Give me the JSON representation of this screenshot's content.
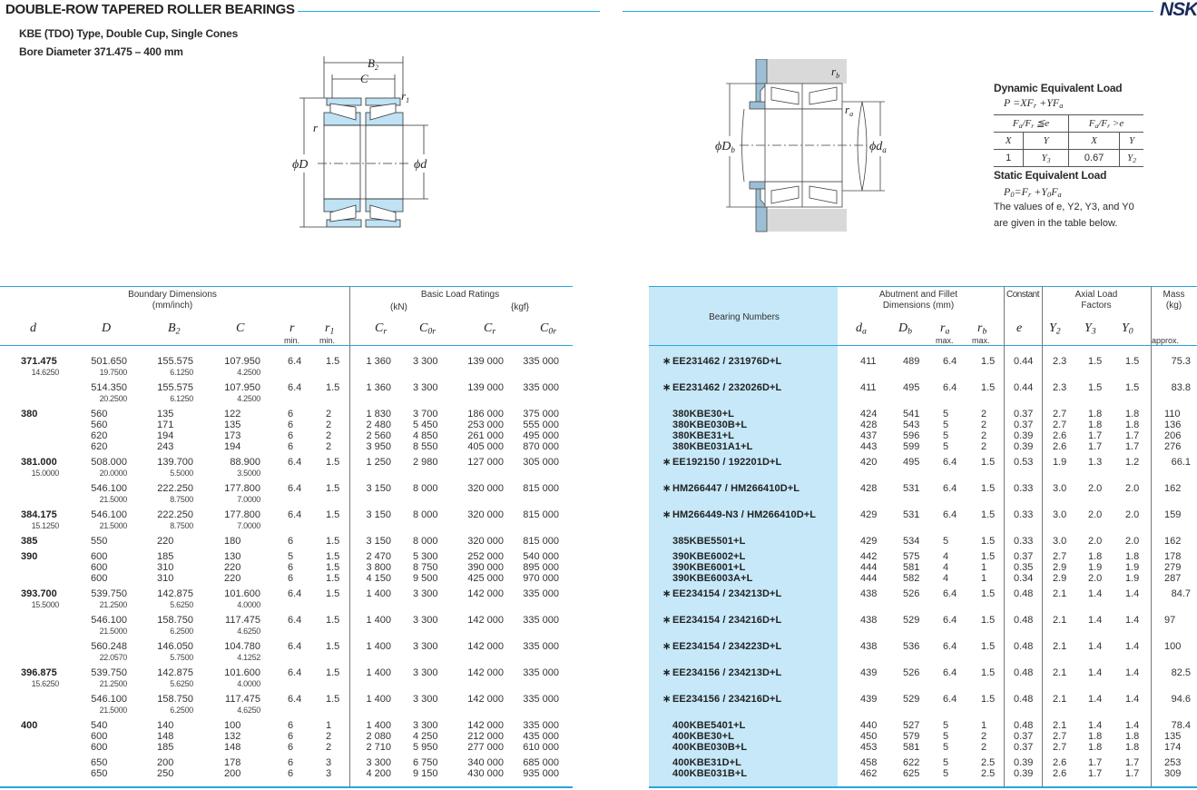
{
  "header": {
    "title": "DOUBLE-ROW TAPERED ROLLER BEARINGS",
    "subtitle": "KBE (TDO) Type, Double Cup, Single Cones",
    "bore_range": "Bore Diameter   371.475 – 400 mm",
    "logo": "NSK"
  },
  "diagram_left": {
    "B2": "B",
    "B2_sub": "2",
    "C": "C",
    "r1": "r",
    "r1_sub": "1",
    "r": "r",
    "D": "ϕD",
    "d": "ϕd"
  },
  "diagram_right": {
    "rb": "r",
    "rb_sub": "b",
    "ra": "r",
    "ra_sub": "a",
    "Db": "ϕD",
    "Db_sub": "b",
    "da": "ϕd",
    "da_sub": "a"
  },
  "load_info": {
    "dynamic_title": "Dynamic Equivalent Load",
    "dynamic_formula": [
      [
        "P =XF",
        "r"
      ],
      [
        " +YF",
        "a"
      ]
    ],
    "cond1": [
      [
        "F",
        "a"
      ],
      [
        "/F",
        "r"
      ],
      [
        " ≦e",
        ""
      ]
    ],
    "cond2": [
      [
        "F",
        "a"
      ],
      [
        "/F",
        "r"
      ],
      [
        " >e",
        ""
      ]
    ],
    "X": "X",
    "Y": "Y",
    "x1": "1",
    "y1": [
      [
        "Y",
        "3"
      ]
    ],
    "x2": "0.67",
    "y2": [
      [
        "Y",
        "2"
      ]
    ],
    "static_title": "Static Equivalent Load",
    "static_formula": [
      [
        "P",
        "0"
      ],
      [
        "=F",
        "r"
      ],
      [
        " +Y",
        "0"
      ],
      [
        "F",
        "a"
      ]
    ],
    "note1": "The values of e, Y2, Y3, and Y0",
    "note2": "are given in the table below."
  },
  "table_header": {
    "boundary": "Boundary Dimensions",
    "boundary_units": "(mm/inch)",
    "load_ratings": "Basic Load Ratings",
    "kN": "(kN)",
    "kgf": "{kgf}",
    "bearing_numbers": "Bearing Numbers",
    "abutment": "Abutment and Fillet",
    "abutment_units": "Dimensions (mm)",
    "constant": "Constant",
    "axial1": "Axial Load",
    "axial2": "Factors",
    "mass": "Mass",
    "mass_units": "(kg)",
    "min": "min.",
    "max": "max.",
    "approx": "approx.",
    "cols": {
      "d": [
        [
          "d",
          ""
        ]
      ],
      "D": [
        [
          "D",
          ""
        ]
      ],
      "B2": [
        [
          "B",
          "2"
        ]
      ],
      "C": [
        [
          "C",
          ""
        ]
      ],
      "r": [
        [
          "r",
          ""
        ]
      ],
      "r1": [
        [
          "r",
          "1"
        ]
      ],
      "Cr": [
        [
          "C",
          "r"
        ]
      ],
      "C0r": [
        [
          "C",
          "0r"
        ]
      ],
      "Cr2": [
        [
          "C",
          "r"
        ]
      ],
      "C0r2": [
        [
          "C",
          "0r"
        ]
      ],
      "da": [
        [
          "d",
          "a"
        ]
      ],
      "Db": [
        [
          "D",
          "b"
        ]
      ],
      "ra": [
        [
          "r",
          "a"
        ]
      ],
      "rb": [
        [
          "r",
          "b"
        ]
      ],
      "e": [
        [
          "e",
          ""
        ]
      ],
      "Y2": [
        [
          "Y",
          "2"
        ]
      ],
      "Y3": [
        [
          "Y",
          "3"
        ]
      ],
      "Y0": [
        [
          "Y",
          "0"
        ]
      ]
    }
  },
  "star_symbol": "∗",
  "groups": [
    {
      "d": "371.475",
      "d_in": "14.6250",
      "rows": [
        [
          "501.650",
          "19.7500",
          "155.575",
          "6.1250",
          "107.950",
          "4.2500",
          "6.4",
          "1.5",
          "1 360",
          "3 300",
          "139 000",
          "335 000",
          true,
          "EE231462 / 231976D+L",
          "411",
          "489",
          "6.4",
          "1.5",
          "0.44",
          "2.3",
          "1.5",
          "1.5",
          "75.3"
        ]
      ]
    },
    {
      "d": "",
      "d_in": "",
      "rows": [
        [
          "514.350",
          "20.2500",
          "155.575",
          "6.1250",
          "107.950",
          "4.2500",
          "6.4",
          "1.5",
          "1 360",
          "3 300",
          "139 000",
          "335 000",
          true,
          "EE231462 / 232026D+L",
          "411",
          "495",
          "6.4",
          "1.5",
          "0.44",
          "2.3",
          "1.5",
          "1.5",
          "83.8"
        ]
      ]
    },
    {
      "d": "380",
      "d_in": "",
      "rows": [
        [
          "560",
          "",
          "135",
          "",
          "122",
          "",
          "6",
          "2",
          "1 830",
          "3 700",
          "186 000",
          "375 000",
          false,
          "380KBE30+L",
          "424",
          "541",
          "5",
          "2",
          "0.37",
          "2.7",
          "1.8",
          "1.8",
          "110"
        ],
        [
          "560",
          "",
          "171",
          "",
          "135",
          "",
          "6",
          "2",
          "2 480",
          "5 450",
          "253 000",
          "555 000",
          false,
          "380KBE030B+L",
          "428",
          "543",
          "5",
          "2",
          "0.37",
          "2.7",
          "1.8",
          "1.8",
          "136"
        ],
        [
          "620",
          "",
          "194",
          "",
          "173",
          "",
          "6",
          "2",
          "2 560",
          "4 850",
          "261 000",
          "495 000",
          false,
          "380KBE31+L",
          "437",
          "596",
          "5",
          "2",
          "0.39",
          "2.6",
          "1.7",
          "1.7",
          "206"
        ],
        [
          "620",
          "",
          "243",
          "",
          "194",
          "",
          "6",
          "2",
          "3 950",
          "8 550",
          "405 000",
          "870 000",
          false,
          "380KBE031A1+L",
          "443",
          "599",
          "5",
          "2",
          "0.39",
          "2.6",
          "1.7",
          "1.7",
          "276"
        ]
      ]
    },
    {
      "d": "381.000",
      "d_in": "15.0000",
      "rows": [
        [
          "508.000",
          "20.0000",
          "139.700",
          "5.5000",
          "88.900",
          "3.5000",
          "6.4",
          "1.5",
          "1 250",
          "2 980",
          "127 000",
          "305 000",
          true,
          "EE192150 / 192201D+L",
          "420",
          "495",
          "6.4",
          "1.5",
          "0.53",
          "1.9",
          "1.3",
          "1.2",
          "66.1"
        ]
      ]
    },
    {
      "d": "",
      "d_in": "",
      "rows": [
        [
          "546.100",
          "21.5000",
          "222.250",
          "8.7500",
          "177.800",
          "7.0000",
          "6.4",
          "1.5",
          "3 150",
          "8 000",
          "320 000",
          "815 000",
          true,
          "HM266447 / HM266410D+L",
          "428",
          "531",
          "6.4",
          "1.5",
          "0.33",
          "3.0",
          "2.0",
          "2.0",
          "162"
        ]
      ]
    },
    {
      "d": "384.175",
      "d_in": "15.1250",
      "rows": [
        [
          "546.100",
          "21.5000",
          "222.250",
          "8.7500",
          "177.800",
          "7.0000",
          "6.4",
          "1.5",
          "3 150",
          "8 000",
          "320 000",
          "815 000",
          true,
          "HM266449-N3 / HM266410D+L",
          "429",
          "531",
          "6.4",
          "1.5",
          "0.33",
          "3.0",
          "2.0",
          "2.0",
          "159"
        ]
      ]
    },
    {
      "d": "385",
      "d_in": "",
      "rows": [
        [
          "550",
          "",
          "220",
          "",
          "180",
          "",
          "6",
          "1.5",
          "3 150",
          "8 000",
          "320 000",
          "815 000",
          false,
          "385KBE5501+L",
          "429",
          "534",
          "5",
          "1.5",
          "0.33",
          "3.0",
          "2.0",
          "2.0",
          "162"
        ]
      ]
    },
    {
      "d": "390",
      "d_in": "",
      "rows": [
        [
          "600",
          "",
          "185",
          "",
          "130",
          "",
          "5",
          "1.5",
          "2 470",
          "5 300",
          "252 000",
          "540 000",
          false,
          "390KBE6002+L",
          "442",
          "575",
          "4",
          "1.5",
          "0.37",
          "2.7",
          "1.8",
          "1.8",
          "178"
        ],
        [
          "600",
          "",
          "310",
          "",
          "220",
          "",
          "6",
          "1.5",
          "3 800",
          "8 750",
          "390 000",
          "895 000",
          false,
          "390KBE6001+L",
          "444",
          "581",
          "4",
          "1",
          "0.35",
          "2.9",
          "1.9",
          "1.9",
          "279"
        ],
        [
          "600",
          "",
          "310",
          "",
          "220",
          "",
          "6",
          "1.5",
          "4 150",
          "9 500",
          "425 000",
          "970 000",
          false,
          "390KBE6003A+L",
          "444",
          "582",
          "4",
          "1",
          "0.34",
          "2.9",
          "2.0",
          "1.9",
          "287"
        ]
      ]
    },
    {
      "d": "393.700",
      "d_in": "15.5000",
      "rows": [
        [
          "539.750",
          "21.2500",
          "142.875",
          "5.6250",
          "101.600",
          "4.0000",
          "6.4",
          "1.5",
          "1 400",
          "3 300",
          "142 000",
          "335 000",
          true,
          "EE234154 / 234213D+L",
          "438",
          "526",
          "6.4",
          "1.5",
          "0.48",
          "2.1",
          "1.4",
          "1.4",
          "84.7"
        ]
      ]
    },
    {
      "d": "",
      "d_in": "",
      "rows": [
        [
          "546.100",
          "21.5000",
          "158.750",
          "6.2500",
          "117.475",
          "4.6250",
          "6.4",
          "1.5",
          "1 400",
          "3 300",
          "142 000",
          "335 000",
          true,
          "EE234154 / 234216D+L",
          "438",
          "529",
          "6.4",
          "1.5",
          "0.48",
          "2.1",
          "1.4",
          "1.4",
          "97"
        ]
      ]
    },
    {
      "d": "",
      "d_in": "",
      "rows": [
        [
          "560.248",
          "22.0570",
          "146.050",
          "5.7500",
          "104.780",
          "4.1252",
          "6.4",
          "1.5",
          "1 400",
          "3 300",
          "142 000",
          "335 000",
          true,
          "EE234154 / 234223D+L",
          "438",
          "536",
          "6.4",
          "1.5",
          "0.48",
          "2.1",
          "1.4",
          "1.4",
          "100"
        ]
      ]
    },
    {
      "d": "396.875",
      "d_in": "15.6250",
      "rows": [
        [
          "539.750",
          "21.2500",
          "142.875",
          "5.6250",
          "101.600",
          "4.0000",
          "6.4",
          "1.5",
          "1 400",
          "3 300",
          "142 000",
          "335 000",
          true,
          "EE234156 / 234213D+L",
          "439",
          "526",
          "6.4",
          "1.5",
          "0.48",
          "2.1",
          "1.4",
          "1.4",
          "82.5"
        ]
      ]
    },
    {
      "d": "",
      "d_in": "",
      "rows": [
        [
          "546.100",
          "21.5000",
          "158.750",
          "6.2500",
          "117.475",
          "4.6250",
          "6.4",
          "1.5",
          "1 400",
          "3 300",
          "142 000",
          "335 000",
          true,
          "EE234156 / 234216D+L",
          "439",
          "529",
          "6.4",
          "1.5",
          "0.48",
          "2.1",
          "1.4",
          "1.4",
          "94.6"
        ]
      ]
    },
    {
      "d": "400",
      "d_in": "",
      "rows": [
        [
          "540",
          "",
          "140",
          "",
          "100",
          "",
          "6",
          "1",
          "1 400",
          "3 300",
          "142 000",
          "335 000",
          false,
          "400KBE5401+L",
          "440",
          "527",
          "5",
          "1",
          "0.48",
          "2.1",
          "1.4",
          "1.4",
          "78.4"
        ],
        [
          "600",
          "",
          "148",
          "",
          "132",
          "",
          "6",
          "2",
          "2 080",
          "4 250",
          "212 000",
          "435 000",
          false,
          "400KBE30+L",
          "450",
          "579",
          "5",
          "2",
          "0.37",
          "2.7",
          "1.8",
          "1.8",
          "135"
        ],
        [
          "600",
          "",
          "185",
          "",
          "148",
          "",
          "6",
          "2",
          "2 710",
          "5 950",
          "277 000",
          "610 000",
          false,
          "400KBE030B+L",
          "453",
          "581",
          "5",
          "2",
          "0.37",
          "2.7",
          "1.8",
          "1.8",
          "174"
        ]
      ]
    },
    {
      "d": "",
      "d_in": "",
      "rows": [
        [
          "650",
          "",
          "200",
          "",
          "178",
          "",
          "6",
          "3",
          "3 300",
          "6 750",
          "340 000",
          "685 000",
          false,
          "400KBE31D+L",
          "458",
          "622",
          "5",
          "2.5",
          "0.39",
          "2.6",
          "1.7",
          "1.7",
          "253"
        ],
        [
          "650",
          "",
          "250",
          "",
          "200",
          "",
          "6",
          "3",
          "4 200",
          "9 150",
          "430 000",
          "935 000",
          false,
          "400KBE031B+L",
          "462",
          "625",
          "5",
          "2.5",
          "0.39",
          "2.6",
          "1.7",
          "1.7",
          "309"
        ]
      ]
    }
  ]
}
